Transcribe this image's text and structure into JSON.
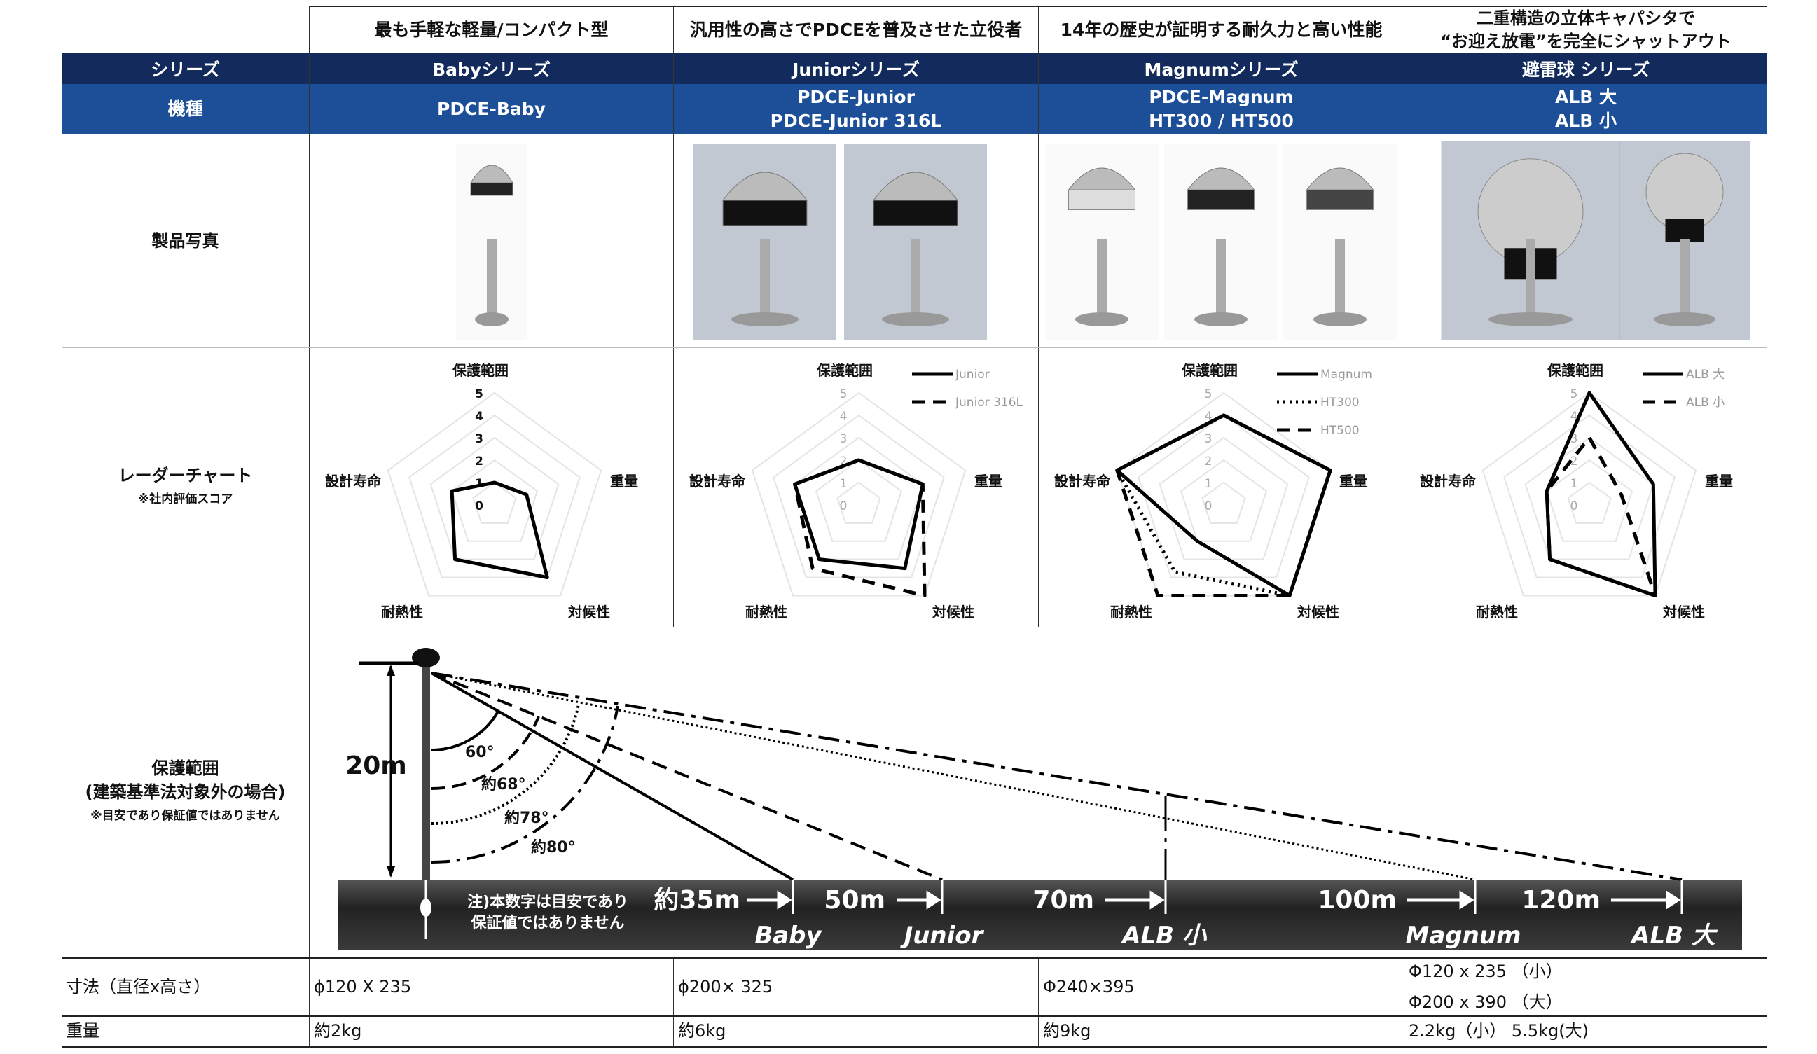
{
  "headers": [
    "最も手軽な軽量/コンパクト型",
    "汎用性の高さでPDCEを普及させた立役者",
    "14年の歴史が証明する耐久力と高い性能",
    "二重構造の立体キャパシタで",
    "“お迎え放電”を完全にシャットアウト"
  ],
  "rows": {
    "series_label": "シリーズ",
    "model_label": "機種",
    "photo_label": "製品写真",
    "radar_label": "レーダーチャート",
    "radar_note": "※社内評価スコア",
    "range_label": "保護範囲",
    "range_sub": "(建築基準法対象外の場合)",
    "range_note": "※目安であり保証値ではありません",
    "size_label": "寸法（直径x高さ）",
    "weight_label": "重量"
  },
  "series": [
    "Babyシリーズ",
    "Juniorシリーズ",
    "Magnumシリーズ",
    "避雷球  シリーズ"
  ],
  "models": [
    [
      "PDCE-Baby"
    ],
    [
      "PDCE-Junior",
      "PDCE-Junior 316L"
    ],
    [
      "PDCE-Magnum",
      "HT300 / HT500"
    ],
    [
      "ALB 大",
      "ALB 小"
    ]
  ],
  "sizes": [
    [
      "ϕ120 X 235"
    ],
    [
      "ϕ200× 325"
    ],
    [
      "Φ240×395"
    ],
    [
      "Φ120 x 235 （小）",
      "Φ200 x 390 （大）"
    ]
  ],
  "weights": [
    "約2kg",
    "約6kg",
    "約9kg",
    "2.2kg（小） 5.5kg(大)"
  ],
  "colors": {
    "series_bg": "#132a5c",
    "model_bg": "#1c4f98"
  },
  "chart_data": [
    {
      "type": "radar",
      "axes": [
        "保護範囲",
        "重量",
        "対候性",
        "耐熱性",
        "設計寿命"
      ],
      "ticks": [
        "0",
        "1",
        "2",
        "3",
        "4",
        "5"
      ],
      "range": [
        0,
        5
      ],
      "series": [
        {
          "name": "",
          "style": "solid",
          "values": [
            1,
            1.5,
            4,
            3,
            2
          ]
        }
      ]
    },
    {
      "type": "radar",
      "axes": [
        "保護範囲",
        "重量",
        "対候性",
        "耐熱性",
        "設計寿命"
      ],
      "ticks": [
        "0",
        "1",
        "2",
        "3",
        "4",
        "5"
      ],
      "range": [
        0,
        5
      ],
      "series": [
        {
          "name": "Junior",
          "style": "solid",
          "values": [
            2,
            3,
            3.5,
            3,
            3
          ]
        },
        {
          "name": "Junior 316L",
          "style": "dashed",
          "values": [
            2,
            3,
            5,
            3.5,
            3
          ]
        }
      ]
    },
    {
      "type": "radar",
      "axes": [
        "保護範囲",
        "重量",
        "対候性",
        "耐熱性",
        "設計寿命"
      ],
      "ticks": [
        "0",
        "1",
        "2",
        "3",
        "4",
        "5"
      ],
      "range": [
        0,
        5
      ],
      "series": [
        {
          "name": "Magnum",
          "style": "solid",
          "values": [
            4,
            5,
            5,
            2,
            5
          ]
        },
        {
          "name": "HT300",
          "style": "dotted",
          "values": [
            4,
            5,
            5,
            3.7,
            5
          ]
        },
        {
          "name": "HT500",
          "style": "dashed",
          "values": [
            4,
            5,
            5,
            5,
            5
          ]
        }
      ]
    },
    {
      "type": "radar",
      "axes": [
        "保護範囲",
        "重量",
        "対候性",
        "耐熱性",
        "設計寿命"
      ],
      "ticks": [
        "0",
        "1",
        "2",
        "3",
        "4",
        "5"
      ],
      "range": [
        0,
        5
      ],
      "series": [
        {
          "name": "ALB 大",
          "style": "solid",
          "values": [
            5,
            3,
            5,
            3,
            2
          ]
        },
        {
          "name": "ALB 小",
          "style": "dashed",
          "values": [
            3,
            1.5,
            5,
            3,
            2
          ]
        }
      ]
    }
  ],
  "diagram": {
    "height": "20m",
    "angles": [
      "60°",
      "約68°",
      "約78°",
      "約80°"
    ],
    "note": [
      "注)本数字は目安であり",
      "保証値ではありません"
    ],
    "distances": [
      "約35m",
      "50m",
      "70m",
      "100m",
      "120m"
    ],
    "products": [
      "Baby",
      "Junior",
      "ALB 小",
      "Magnum",
      "ALB 大"
    ]
  }
}
